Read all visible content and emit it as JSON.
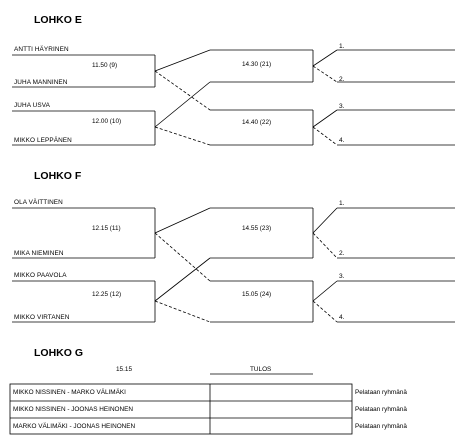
{
  "lohko_e": {
    "title": "LOHKO E",
    "match1": {
      "player_top": "ANTTI HÄYRINEN",
      "player_bottom": "JUHA MANNINEN",
      "time": "11.50   (9)"
    },
    "match2": {
      "player_top": "JUHA USVA",
      "player_bottom": "MIKKO LEPPÄNEN",
      "time": "12.00   (10)"
    },
    "match3": {
      "time": "14.30   (21)"
    },
    "match4": {
      "time": "14.40   (22)"
    },
    "places": [
      "1.",
      "2.",
      "3.",
      "4."
    ]
  },
  "lohko_f": {
    "title": "LOHKO F",
    "match1": {
      "player_top": "OLA VÄITTINEN",
      "player_bottom": "MIKA NIEMINEN",
      "time": "12.15   (11)"
    },
    "match2": {
      "player_top": "MIKKO PAAVOLA",
      "player_bottom": "MIKKO VIRTANEN",
      "time": "12.25   (12)"
    },
    "match3": {
      "time": "14.55   (23)"
    },
    "match4": {
      "time": "15.05   (24)"
    },
    "places": [
      "1.",
      "2.",
      "3.",
      "4."
    ]
  },
  "lohko_g": {
    "title": "LOHKO G",
    "time": "15.15",
    "result_header": "TULOS",
    "rows": [
      {
        "match": "MIKKO NISSINEN   -   MARKO VÄLIMÄKI",
        "result": "",
        "note": "Pelataan ryhmänä"
      },
      {
        "match": "MIKKO NISSINEN   -   JOONAS HEINONEN",
        "result": "",
        "note": "Pelataan ryhmänä"
      },
      {
        "match": "MARKO VÄLIMÄKI   -   JOONAS HEINONEN",
        "result": "",
        "note": "Pelataan ryhmänä"
      }
    ]
  }
}
